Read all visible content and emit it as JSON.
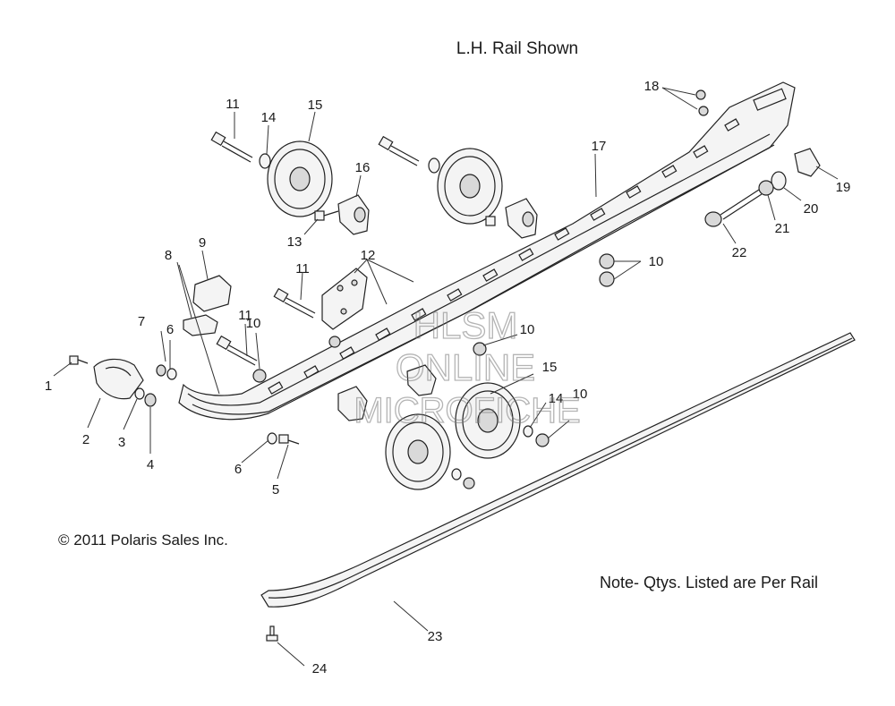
{
  "header": {
    "title": "L.H. Rail Shown"
  },
  "notes": {
    "quantities": "Note- Qtys. Listed are Per Rail",
    "copyright": "© 2011 Polaris Sales Inc."
  },
  "watermark": {
    "line1": "HLSM",
    "line2": "ONLINE",
    "line3": "MICROFICHE"
  },
  "callouts": {
    "c1": "1",
    "c2": "2",
    "c3": "3",
    "c4": "4",
    "c5": "5",
    "c6a": "6",
    "c6b": "6",
    "c7": "7",
    "c8": "8",
    "c9": "9",
    "c10a": "10",
    "c10b": "10",
    "c10c": "10",
    "c10d": "10",
    "c11a": "11",
    "c11b": "11",
    "c11c": "11",
    "c12": "12",
    "c13": "13",
    "c14a": "14",
    "c14b": "14",
    "c15a": "15",
    "c15b": "15",
    "c16": "16",
    "c17": "17",
    "c18": "18",
    "c19": "19",
    "c20": "20",
    "c21": "21",
    "c22": "22",
    "c23": "23",
    "c24": "24"
  }
}
